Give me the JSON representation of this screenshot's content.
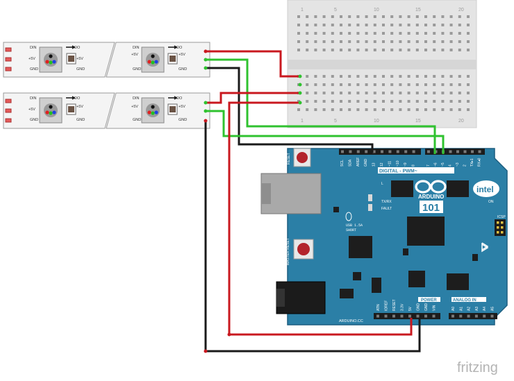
{
  "strip": {
    "din": "DIN",
    "plus5v": "+5V",
    "gnd": "GND",
    "do_label": "DO",
    "plus5v_out": "+5V",
    "gnd_out": "GND"
  },
  "breadboard": {
    "col_labels": [
      "1",
      "5",
      "10",
      "15",
      "20"
    ]
  },
  "arduino": {
    "reset_label": "RESET",
    "master_reset_label": "MASTER RESET",
    "digital_header": "DIGITAL - PWM~",
    "digital_pins": [
      "SCL",
      "SDA",
      "AREF",
      "GND",
      "13",
      "12",
      "~11",
      "~10",
      "~9",
      "8",
      "7",
      "~6",
      "~5",
      "4",
      "~3",
      "2",
      "TX▸1",
      "RX◂0"
    ],
    "brand_word": "ARDUINO",
    "model": "101",
    "intel": "intel",
    "on_label": "ON",
    "l_label": "L",
    "txrx_label": "TX/RX",
    "fault_label": "FAULT",
    "usb_label": "USB 1.5A",
    "short_label": "SHORT",
    "icsp_label": "ICSP",
    "site": "ARDUINO.CC",
    "power_header": "POWER",
    "analog_header": "ANALOG IN",
    "power_pins": [
      "ATN",
      "IOREF",
      "RESET",
      "3.3V",
      "5V",
      "GND",
      "GND",
      "VIN"
    ],
    "analog_pins": [
      "A0",
      "A1",
      "A2",
      "A3",
      "A4",
      "A5"
    ]
  },
  "watermark": "fritzing",
  "colors": {
    "board": "#2b7fa6",
    "wire_red": "#c9181f",
    "wire_green": "#2fc22f",
    "wire_black": "#1a1a1a",
    "breadboard": "#e4e4e4"
  }
}
